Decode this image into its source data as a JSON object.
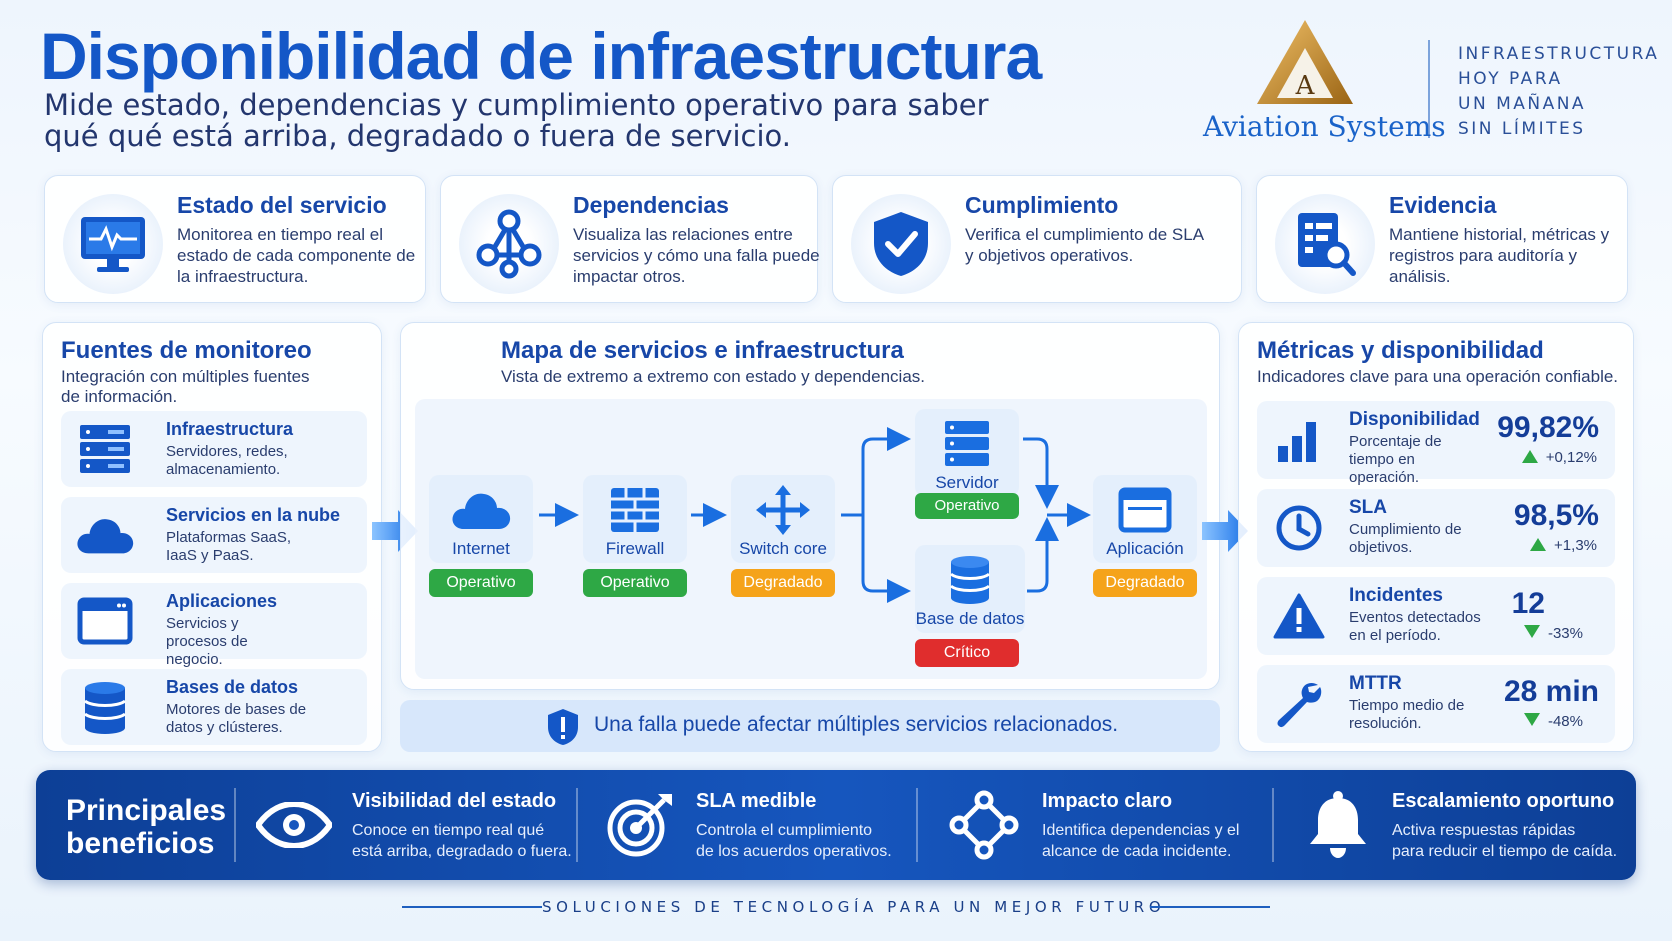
{
  "header": {
    "title": "Disponibilidad de infraestructura",
    "subtitle": "Mide estado, dependencias y cumplimiento operativo para saber qué qué está arriba, degradado o fuera de servicio."
  },
  "brand": {
    "logo_letter": "A",
    "name": "Aviation Systems",
    "tagline": [
      "INFRAESTRUCTURA",
      "HOY PARA",
      "UN MAÑANA",
      "SIN LÍMITES"
    ]
  },
  "features": [
    {
      "icon": "monitor-pulse-icon",
      "title": "Estado del servicio",
      "desc": "Monitorea en tiempo real el estado de cada componente de la infraestructura."
    },
    {
      "icon": "network-nodes-icon",
      "title": "Dependencias",
      "desc": "Visualiza las relaciones entre servicios y cómo una falla puede impactar otros."
    },
    {
      "icon": "shield-check-icon",
      "title": "Cumplimiento",
      "desc": "Verifica el cumplimiento de SLA y objetivos operativos."
    },
    {
      "icon": "document-search-icon",
      "title": "Evidencia",
      "desc": "Mantiene historial, métricas y registros para auditoría y análisis."
    }
  ],
  "sources": {
    "title": "Fuentes de monitoreo",
    "subtitle": "Integración con múltiples fuentes de información.",
    "items": [
      {
        "icon": "server-rack-icon",
        "title": "Infraestructura",
        "desc": "Servidores, redes, almacenamiento."
      },
      {
        "icon": "cloud-icon",
        "title": "Servicios en la nube",
        "desc": "Plataformas SaaS, IaaS y PaaS."
      },
      {
        "icon": "app-window-icon",
        "title": "Aplicaciones",
        "desc": "Servicios y procesos de negocio."
      },
      {
        "icon": "database-icon",
        "title": "Bases de datos",
        "desc": "Motores de bases de datos y clústeres."
      }
    ]
  },
  "map": {
    "title": "Mapa de servicios e infraestructura",
    "subtitle": "Vista de extremo a extremo con estado y dependencias.",
    "nodes": [
      {
        "label": "Internet",
        "status": "Operativo",
        "status_color": "#2ea845"
      },
      {
        "label": "Firewall",
        "status": "Operativo",
        "status_color": "#2ea845"
      },
      {
        "label": "Switch core",
        "status": "Degradado",
        "status_color": "#f5a31a"
      },
      {
        "label": "Servidor",
        "status": "Operativo",
        "status_color": "#2ea845"
      },
      {
        "label": "Base de datos",
        "status": "Crítico",
        "status_color": "#e02d2d"
      },
      {
        "label": "Aplicación",
        "status": "Degradado",
        "status_color": "#f5a31a"
      }
    ],
    "alert": "Una falla puede afectar múltiples servicios relacionados."
  },
  "metrics": {
    "title": "Métricas y disponibilidad",
    "subtitle": "Indicadores clave para una operación confiable.",
    "items": [
      {
        "icon": "bar-chart-icon",
        "title": "Disponibilidad",
        "desc": "Porcentaje de tiempo en operación.",
        "value": "99,82%",
        "delta": "+0,12%",
        "trend": "up"
      },
      {
        "icon": "clock-icon",
        "title": "SLA",
        "desc": "Cumplimiento de objetivos.",
        "value": "98,5%",
        "delta": "+1,3%",
        "trend": "up"
      },
      {
        "icon": "warning-icon",
        "title": "Incidentes",
        "desc": "Eventos detectados en el período.",
        "value": "12",
        "delta": "-33%",
        "trend": "down"
      },
      {
        "icon": "wrench-icon",
        "title": "MTTR",
        "desc": "Tiempo medio de resolución.",
        "value": "28 min",
        "delta": "-48%",
        "trend": "down"
      }
    ]
  },
  "benefits": {
    "title_l1": "Principales",
    "title_l2": "beneficios",
    "items": [
      {
        "icon": "eye-icon",
        "title": "Visibilidad del estado",
        "desc_l1": "Conoce en tiempo real qué",
        "desc_l2": "está arriba, degradado o fuera."
      },
      {
        "icon": "target-icon",
        "title": "SLA medible",
        "desc_l1": "Controla el cumplimiento",
        "desc_l2": "de los acuerdos operativos."
      },
      {
        "icon": "network-impact-icon",
        "title": "Impacto claro",
        "desc_l1": "Identifica dependencias y el",
        "desc_l2": "alcance de cada incidente."
      },
      {
        "icon": "bell-icon",
        "title": "Escalamiento oportuno",
        "desc_l1": "Activa respuestas rápidas",
        "desc_l2": "para reducir el tiempo de caída."
      }
    ]
  },
  "footer": "SOLUCIONES DE TECNOLOGÍA PARA UN MEJOR FUTURO",
  "colors": {
    "primary": "#1457c7",
    "dark": "#0d3f96",
    "ok": "#2ea845",
    "warn": "#f5a31a",
    "crit": "#e02d2d"
  }
}
